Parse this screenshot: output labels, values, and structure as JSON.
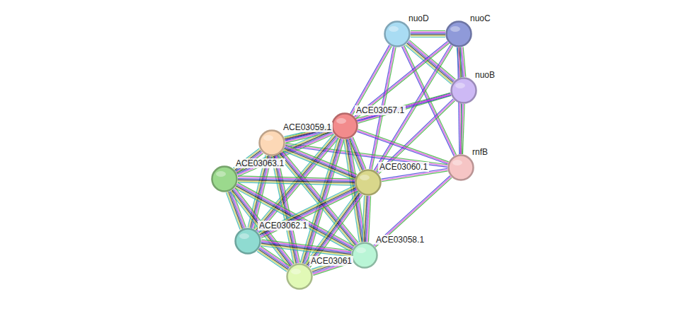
{
  "diagram": {
    "nodes": [
      {
        "text": [
          "nuoD"
        ]
      },
      {
        "text": [
          "nuoC"
        ]
      },
      {
        "text": [
          "nuoB"
        ]
      },
      {
        "text": [
          "ACE03057.1"
        ]
      },
      {
        "text": [
          "ACE03059.1"
        ]
      },
      {
        "text": [
          "rnfB"
        ]
      },
      {
        "text": [
          "ACE03063.1"
        ]
      },
      {
        "text": [
          "ACE03060.1"
        ]
      },
      {
        "text": [
          "ACE03062.1"
        ]
      },
      {
        "text": [
          "ACE03058.1"
        ]
      },
      {
        "text": [
          "ACE03061"
        ]
      }
    ],
    "edges": [
      {
        "from": 0,
        "to": 1,
        "arrow": "none"
      },
      {
        "from": 0,
        "to": 2,
        "arrow": "none"
      },
      {
        "from": 1,
        "to": 2,
        "arrow": "none"
      },
      {
        "from": 2,
        "to": 5,
        "arrow": "none"
      },
      {
        "from": 1,
        "to": 5,
        "arrow": "none"
      },
      {
        "from": 0,
        "to": 5,
        "arrow": "none"
      },
      {
        "from": 0,
        "to": 3,
        "arrow": "none"
      },
      {
        "from": 1,
        "to": 3,
        "arrow": "none"
      },
      {
        "from": 2,
        "to": 3,
        "arrow": "none"
      },
      {
        "from": 0,
        "to": 7,
        "arrow": "none"
      },
      {
        "from": 1,
        "to": 7,
        "arrow": "none"
      },
      {
        "from": 2,
        "to": 7,
        "arrow": "none"
      },
      {
        "from": 3,
        "to": 5,
        "arrow": "none"
      },
      {
        "from": 5,
        "to": 7,
        "arrow": "none"
      },
      {
        "from": 5,
        "to": 9,
        "arrow": "none"
      },
      {
        "from": 4,
        "to": 5,
        "arrow": "none"
      },
      {
        "from": 4,
        "to": 2,
        "arrow": "none"
      },
      {
        "from": 3,
        "to": 4,
        "arrow": "none"
      },
      {
        "from": 3,
        "to": 6,
        "arrow": "none"
      },
      {
        "from": 3,
        "to": 7,
        "arrow": "none"
      },
      {
        "from": 3,
        "to": 8,
        "arrow": "none"
      },
      {
        "from": 3,
        "to": 9,
        "arrow": "none"
      },
      {
        "from": 3,
        "to": 10,
        "arrow": "none"
      },
      {
        "from": 4,
        "to": 6,
        "arrow": "none"
      },
      {
        "from": 4,
        "to": 7,
        "arrow": "none"
      },
      {
        "from": 4,
        "to": 8,
        "arrow": "none"
      },
      {
        "from": 4,
        "to": 9,
        "arrow": "none"
      },
      {
        "from": 4,
        "to": 10,
        "arrow": "none"
      },
      {
        "from": 6,
        "to": 7,
        "arrow": "none"
      },
      {
        "from": 6,
        "to": 8,
        "arrow": "none"
      },
      {
        "from": 6,
        "to": 9,
        "arrow": "none"
      },
      {
        "from": 6,
        "to": 10,
        "arrow": "none"
      },
      {
        "from": 7,
        "to": 8,
        "arrow": "none"
      },
      {
        "from": 7,
        "to": 9,
        "arrow": "none"
      },
      {
        "from": 7,
        "to": 10,
        "arrow": "none"
      },
      {
        "from": 8,
        "to": 9,
        "arrow": "none"
      },
      {
        "from": 8,
        "to": 10,
        "arrow": "none"
      },
      {
        "from": 9,
        "to": 10,
        "arrow": "none"
      }
    ]
  }
}
